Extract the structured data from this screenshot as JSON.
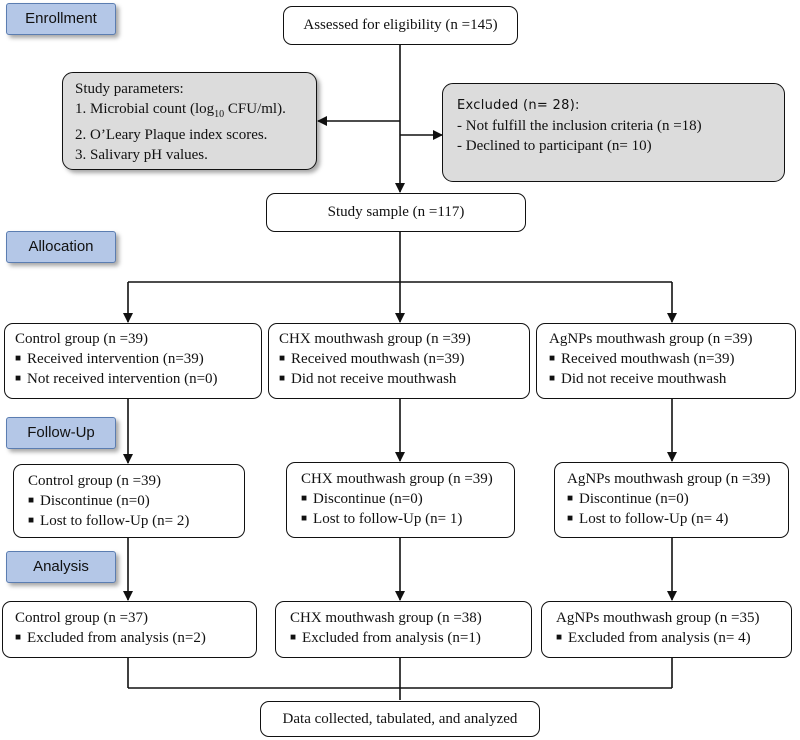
{
  "stages": {
    "enrollment": "Enrollment",
    "allocation": "Allocation",
    "follow_up": "Follow-Up",
    "analysis": "Analysis"
  },
  "assessed": "Assessed for eligibility (n =145)",
  "parameters": {
    "title": "Study parameters:",
    "item1_pre": "1. Microbial count (log",
    "item1_sub": "10",
    "item1_post": " CFU/ml).",
    "item2": "2. O’Leary Plaque index scores.",
    "item3": "3. Salivary pH values."
  },
  "excluded": {
    "title": "Excluded (n= 28):",
    "item1": "- Not fulfill the inclusion criteria (n =18)",
    "item2": "- Declined to participant (n= 10)"
  },
  "study_sample": "Study sample (n =117)",
  "allocation": {
    "control": {
      "title": "Control group (n =39)",
      "items": [
        "Received intervention (n=39)",
        "Not received intervention (n=0)"
      ]
    },
    "chx": {
      "title": "CHX mouthwash group (n =39)",
      "items": [
        "Received mouthwash (n=39)",
        "Did not receive mouthwash"
      ]
    },
    "agnps": {
      "title": "AgNPs mouthwash group (n =39)",
      "items": [
        "Received mouthwash (n=39)",
        "Did not receive mouthwash"
      ]
    }
  },
  "follow_up": {
    "control": {
      "title": "Control group (n =39)",
      "items": [
        "Discontinue (n=0)",
        "Lost to follow-Up (n= 2)"
      ]
    },
    "chx": {
      "title": "CHX mouthwash group (n =39)",
      "items": [
        "Discontinue (n=0)",
        "Lost to follow-Up (n= 1)"
      ]
    },
    "agnps": {
      "title": "AgNPs mouthwash group (n =39)",
      "items": [
        "Discontinue (n=0)",
        "Lost to follow-Up (n= 4)"
      ]
    }
  },
  "analysis": {
    "control": {
      "title": "Control group (n =37)",
      "items": [
        "Excluded from analysis (n=2)"
      ]
    },
    "chx": {
      "title": "CHX mouthwash group (n =38)",
      "items": [
        "Excluded from analysis (n=1)"
      ]
    },
    "agnps": {
      "title": "AgNPs mouthwash group (n =35)",
      "items": [
        "Excluded from analysis (n= 4)"
      ]
    }
  },
  "final": "Data collected, tabulated, and analyzed",
  "bullet_mark": "■",
  "colors": {
    "stage_fill": "#b4c7e7",
    "gray_box_fill": "#dcdcdc",
    "line": "#111111"
  }
}
